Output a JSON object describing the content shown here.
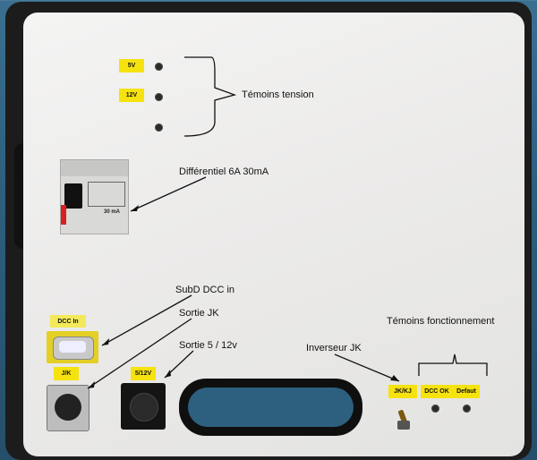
{
  "voltage_labels": [
    "5V",
    "12V"
  ],
  "annotations": {
    "voltage_indicators": "Témoins tension",
    "differential": "Différentiel 6A 30mA",
    "subd_dcc": "SubD DCC in",
    "output_jk": "Sortie JK",
    "output_5_12": "Sortie 5 / 12v",
    "inverter_jk": "Inverseur JK",
    "function_indicators": "Témoins fonctionnement"
  },
  "connector_labels": {
    "dcc_in": "DCC In",
    "jk": "J/K",
    "v5_12": "5/12V",
    "jk_kj": "JK/KJ",
    "dcc_ok": "DCC OK",
    "defaut": "Defaut"
  },
  "breaker": {
    "rating": "30 mA"
  },
  "colors": {
    "label_yellow": "#f6e20e",
    "panel_white": "#ecebea",
    "case_black": "#1c1c1c"
  }
}
